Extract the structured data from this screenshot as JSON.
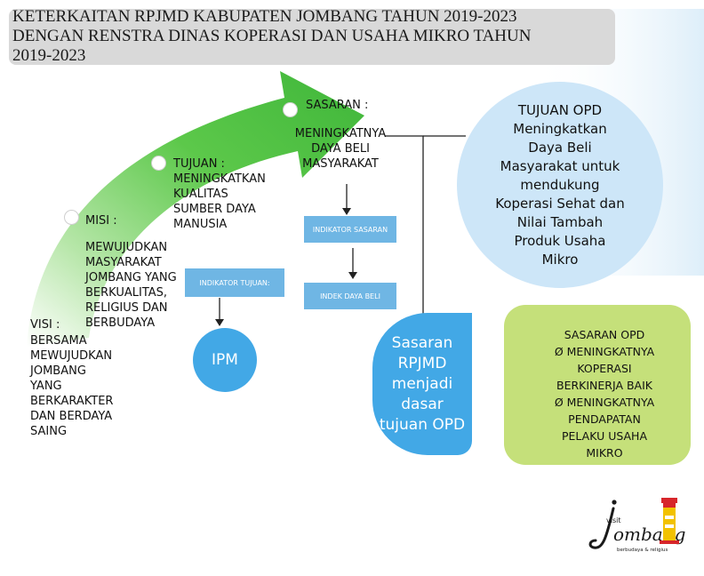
{
  "title": {
    "lines": [
      "KETERKAITAN RPJMD KABUPATEN JOMBANG TAHUN 2019-2023",
      "DENGAN RENSTRA DINAS KOPERASI DAN USAHA MIKRO TAHUN",
      "2019-2023"
    ]
  },
  "visi": {
    "label": "VISI :",
    "lines": [
      "BERSAMA",
      "MEWUJUDKAN",
      "JOMBANG",
      "YANG",
      "BERKARAKTER",
      "DAN BERDAYA",
      "SAING"
    ]
  },
  "misi": {
    "label": "MISI :",
    "lines": [
      "MEWUJUDKAN",
      "MASYARAKAT",
      "JOMBANG YANG",
      "BERKUALITAS,",
      "RELIGIUS DAN",
      "BERBUDAYA"
    ]
  },
  "tujuan": {
    "lines": [
      "TUJUAN :",
      "MENINGKATKAN",
      "KUALITAS",
      "SUMBER DAYA",
      "MANUSIA"
    ],
    "indicator_label": "INDIKATOR TUJUAN:",
    "indicator_value": "IPM"
  },
  "sasaran": {
    "label": "SASARAN :",
    "lines": [
      "MENINGKATNYA",
      "DAYA BELI",
      "MASYARAKAT"
    ],
    "indicator_label": "INDIKATOR SASARAN",
    "indicator_value": "INDEK DAYA BELI"
  },
  "tujuan_opd": {
    "lines": [
      "TUJUAN OPD",
      "Meningkatkan",
      "Daya Beli",
      "Masyarakat untuk",
      "mendukung",
      "Koperasi Sehat dan",
      "Nilai Tambah",
      "Produk Usaha",
      "Mikro"
    ]
  },
  "sasaran_rpjmd": {
    "lines": [
      "Sasaran",
      "RPJMD",
      "menjadi",
      "dasar",
      "tujuan OPD"
    ]
  },
  "sasaran_opd": {
    "heading": "SASARAN OPD",
    "bullet_symbol": "Ø",
    "items": [
      {
        "lines": [
          "MENINGKATNYA",
          "KOPERASI",
          "BERKINERJA BAIK"
        ]
      },
      {
        "lines": [
          "MENINGKATNYA",
          "PENDAPATAN",
          "PELAKU USAHA",
          "MIKRO"
        ]
      }
    ]
  },
  "logo": {
    "text": "visit Jombang",
    "tagline": "berbudaya & religius"
  },
  "colors": {
    "arrow_green": "#5cc84a",
    "accent_blue": "#42a8e6",
    "light_blue": "#cde6f8",
    "box_blue": "#6fb6e4",
    "sasaran_opd_green": "#c5e07a",
    "title_grey": "#d9d9d9"
  }
}
